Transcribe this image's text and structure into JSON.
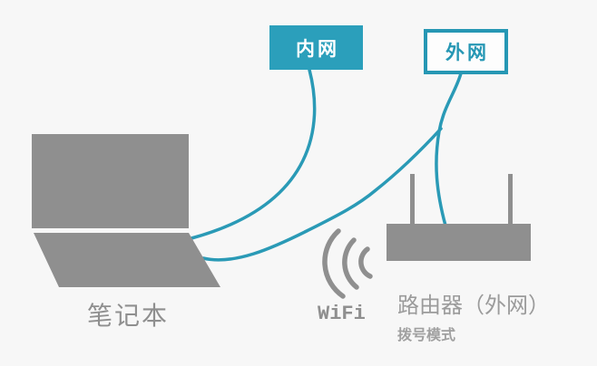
{
  "diagram_title": "laptop-wifi-router network diagram",
  "colors": {
    "background": "#f7f7f7",
    "accent": "#2697b4",
    "accent_fill": "#2b9fbb",
    "cable": "#2a9ab6",
    "shape_gray": "#8f8f8f",
    "label_gray": "#9b9b9b"
  },
  "tags": {
    "intranet": "内网",
    "extranet": "外网"
  },
  "laptop": {
    "label": "笔记本"
  },
  "wifi": {
    "label": "WiFi"
  },
  "router": {
    "label": "路由器（外网）",
    "mode": "拨号模式"
  }
}
